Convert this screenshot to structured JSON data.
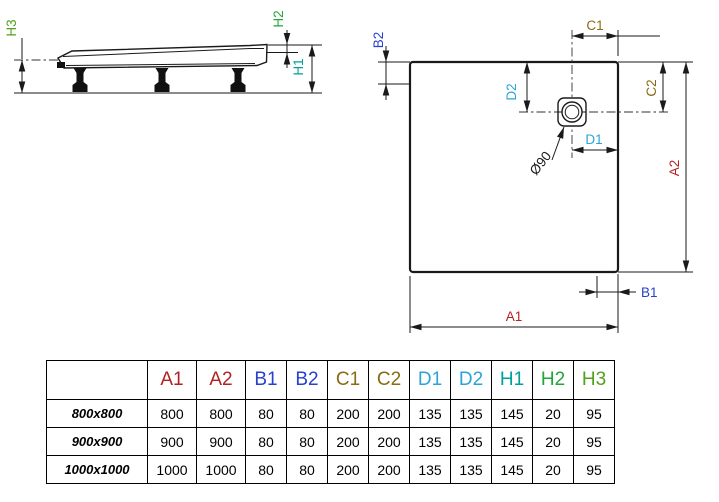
{
  "side_view": {
    "labels": {
      "h3": {
        "text": "H3",
        "color": "#4fa31a"
      },
      "h2": {
        "text": "H2",
        "color": "#21a637"
      },
      "h1": {
        "text": "H1",
        "color": "#00a09a"
      }
    }
  },
  "plan_view": {
    "labels": {
      "c1": {
        "text": "C1",
        "color": "#8a6a12"
      },
      "c2": {
        "text": "C2",
        "color": "#8a6a12"
      },
      "b1": {
        "text": "B1",
        "color": "#2840cc"
      },
      "b2": {
        "text": "B2",
        "color": "#2840cc"
      },
      "d1": {
        "text": "D1",
        "color": "#2aa4d8"
      },
      "d2": {
        "text": "D2",
        "color": "#2aa4d8"
      },
      "a1": {
        "text": "A1",
        "color": "#b22222"
      },
      "a2": {
        "text": "A2",
        "color": "#b22222"
      },
      "drain": {
        "text": "Ø90",
        "color": "#1a1a1a"
      }
    }
  },
  "table": {
    "columns": [
      {
        "label": "A1",
        "color": "#b22222"
      },
      {
        "label": "A2",
        "color": "#b22222"
      },
      {
        "label": "B1",
        "color": "#2840cc"
      },
      {
        "label": "B2",
        "color": "#2840cc"
      },
      {
        "label": "C1",
        "color": "#8a6a12"
      },
      {
        "label": "C2",
        "color": "#8a6a12"
      },
      {
        "label": "D1",
        "color": "#2aa4d8"
      },
      {
        "label": "D2",
        "color": "#2aa4d8"
      },
      {
        "label": "H1",
        "color": "#00a09a"
      },
      {
        "label": "H2",
        "color": "#21a637"
      },
      {
        "label": "H3",
        "color": "#4fa31a"
      }
    ],
    "rows": [
      {
        "label": "800x800",
        "values": [
          "800",
          "800",
          "80",
          "80",
          "200",
          "200",
          "135",
          "135",
          "145",
          "20",
          "95"
        ]
      },
      {
        "label": "900x900",
        "values": [
          "900",
          "900",
          "80",
          "80",
          "200",
          "200",
          "135",
          "135",
          "145",
          "20",
          "95"
        ]
      },
      {
        "label": "1000x1000",
        "values": [
          "1000",
          "1000",
          "80",
          "80",
          "200",
          "200",
          "135",
          "135",
          "145",
          "20",
          "95"
        ]
      }
    ]
  }
}
